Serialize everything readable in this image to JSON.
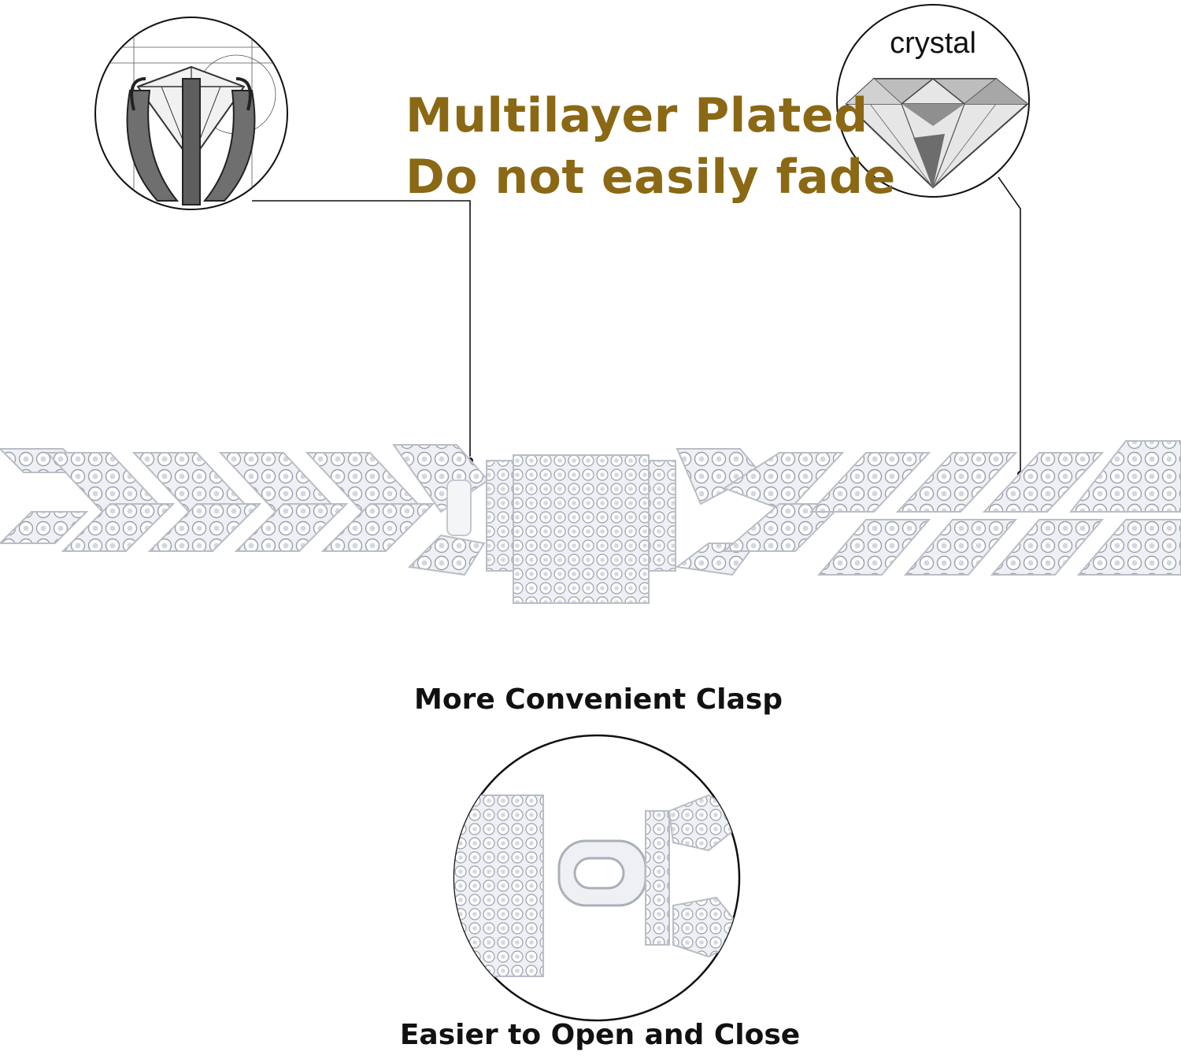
{
  "headline": {
    "line1": "Multilayer Plated",
    "line2": "Do not easily fade",
    "color": "#8a6814"
  },
  "callouts": {
    "setting": {
      "icon": "prong-setting-sketch-icon"
    },
    "crystal": {
      "label": "crystal",
      "icon": "diamond-icon"
    }
  },
  "chain": {
    "icon": "iced-cuban-chain-icon",
    "color": "#d9dde3"
  },
  "clasp": {
    "caption_top": "More Convenient Clasp",
    "caption_bottom": "Easier to Open and Close",
    "icon": "box-clasp-icon"
  }
}
